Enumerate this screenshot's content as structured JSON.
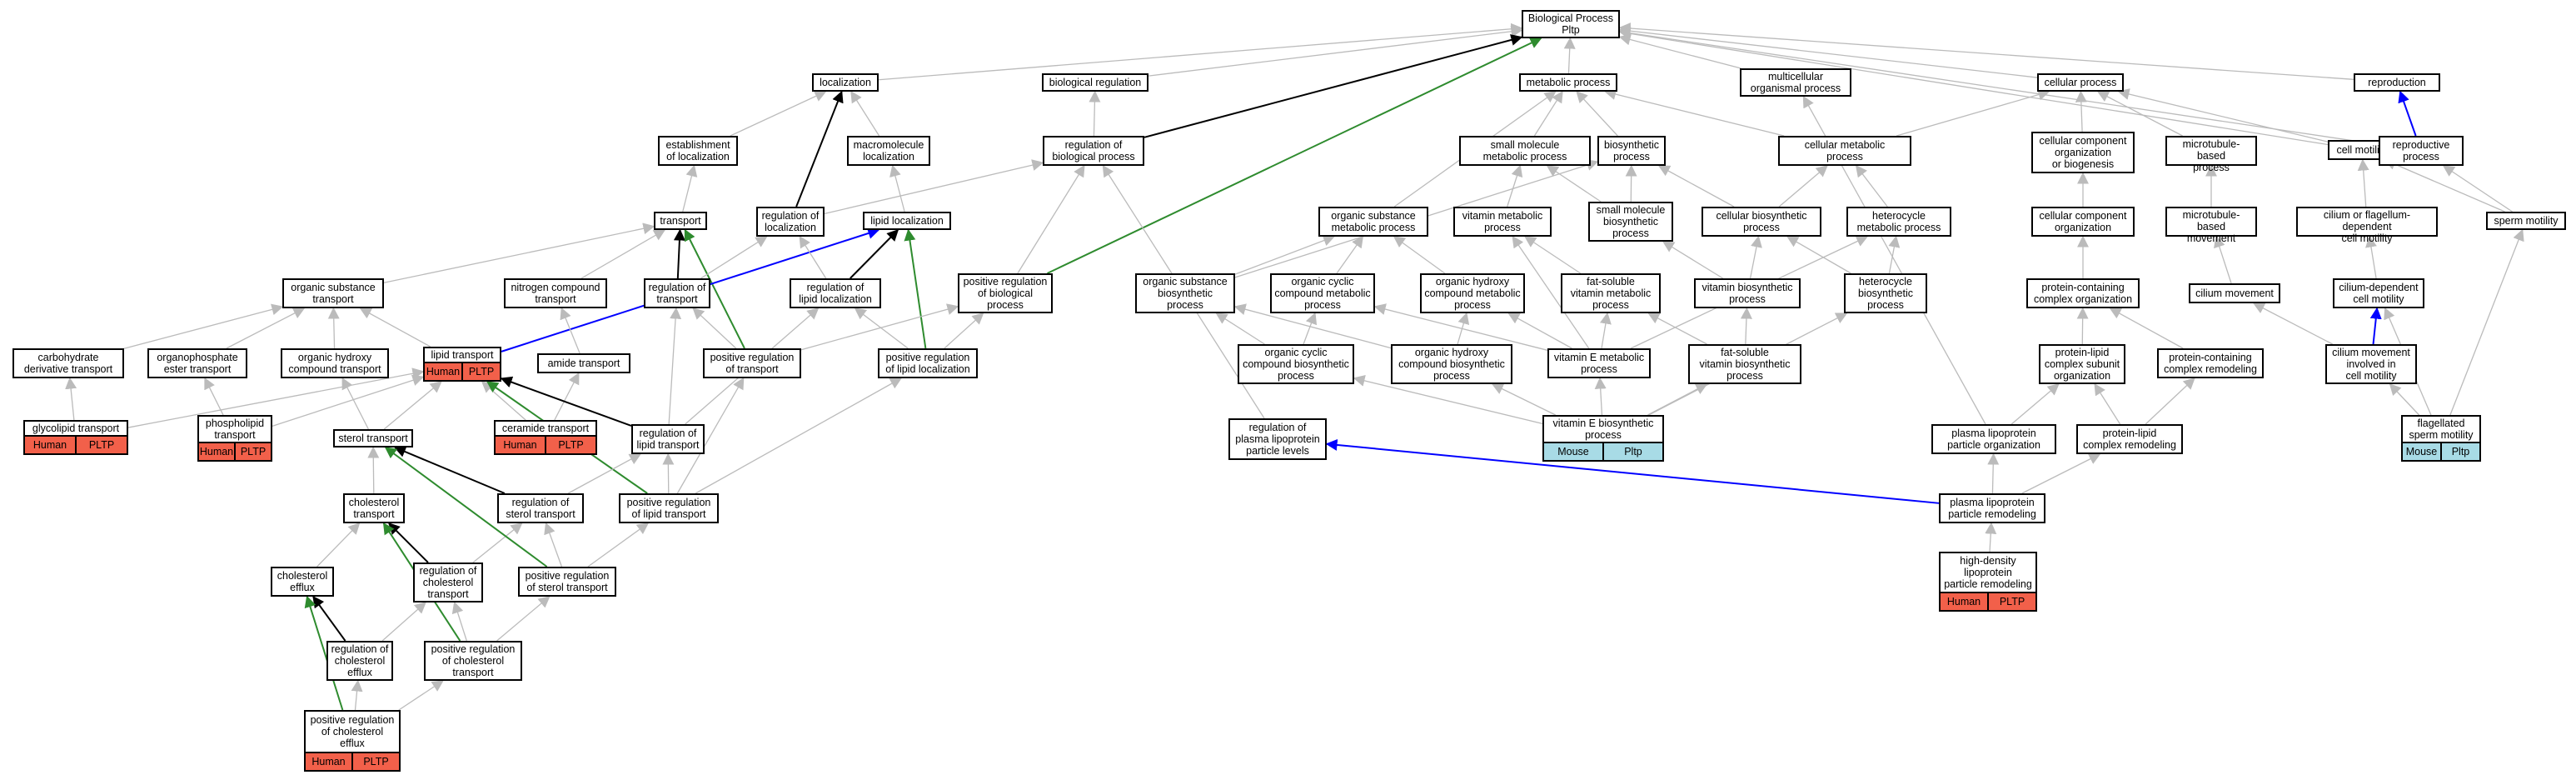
{
  "nodes": {
    "root": "Biological Process\nPltp",
    "localization": "localization",
    "biological_regulation": "biological regulation",
    "metabolic_process": "metabolic process",
    "multicellular": "multicellular\norganismal process",
    "cellular_process": "cellular process",
    "reproduction": "reproduction",
    "establishment_localization": "establishment\nof localization",
    "macromolecule_localization": "macromolecule\nlocalization",
    "regulation_biological_process": "regulation of\nbiological process",
    "small_molecule_metabolic": "small molecule\nmetabolic process",
    "biosynthetic_process": "biosynthetic\nprocess",
    "cellular_metabolic": "cellular metabolic\nprocess",
    "cellular_component_org": "cellular component\norganization\nor biogenesis",
    "microtubule_based_process": "microtubule-based\nprocess",
    "cell_motility": "cell motility",
    "reproductive_process": "reproductive\nprocess",
    "transport": "transport",
    "regulation_localization": "regulation of\nlocalization",
    "lipid_localization": "lipid localization",
    "organic_substance_metabolic": "organic substance\nmetabolic process",
    "vitamin_metabolic": "vitamin metabolic\nprocess",
    "small_molecule_biosynthetic": "small molecule\nbiosynthetic\nprocess",
    "cellular_biosynthetic": "cellular biosynthetic\nprocess",
    "heterocycle_metabolic": "heterocycle\nmetabolic process",
    "cellular_component_organization": "cellular component\norganization",
    "microtubule_based_movement": "microtubule-based\nmovement",
    "cilium_flagellum_motility": "cilium or flagellum-dependent\ncell motility",
    "sperm_motility": "sperm motility",
    "organic_substance_transport": "organic substance\ntransport",
    "nitrogen_compound_transport": "nitrogen compound\ntransport",
    "regulation_transport": "regulation of\ntransport",
    "regulation_lipid_localization": "regulation of\nlipid localization",
    "positive_reg_biological": "positive regulation\nof biological\nprocess",
    "organic_substance_biosynthetic": "organic substance\nbiosynthetic\nprocess",
    "organic_cyclic_metabolic": "organic cyclic\ncompound metabolic\nprocess",
    "organic_hydroxy_metabolic": "organic hydroxy\ncompound metabolic\nprocess",
    "fat_soluble_vitamin_metabolic": "fat-soluble\nvitamin metabolic\nprocess",
    "vitamin_biosynthetic": "vitamin biosynthetic\nprocess",
    "heterocycle_biosynthetic": "heterocycle\nbiosynthetic\nprocess",
    "protein_containing_complex_org": "protein-containing\ncomplex organization",
    "cilium_movement": "cilium movement",
    "cilium_dependent_motility": "cilium-dependent\ncell motility",
    "carbohydrate_derivative_transport": "carbohydrate\nderivative transport",
    "organophosphate_ester_transport": "organophosphate\nester transport",
    "organic_hydroxy_transport": "organic hydroxy\ncompound transport",
    "lipid_transport": "lipid transport",
    "amide_transport": "amide transport",
    "positive_reg_transport": "positive regulation\nof transport",
    "positive_reg_lipid_localization": "positive regulation\nof lipid localization",
    "organic_cyclic_biosynthetic": "organic cyclic\ncompound biosynthetic\nprocess",
    "organic_hydroxy_biosynthetic": "organic hydroxy\ncompound biosynthetic\nprocess",
    "vitamin_e_metabolic": "vitamin E metabolic\nprocess",
    "fat_soluble_vitamin_biosynthetic": "fat-soluble\nvitamin biosynthetic\nprocess",
    "protein_lipid_subunit_org": "protein-lipid\ncomplex subunit\norganization",
    "protein_containing_remodeling": "protein-containing\ncomplex remodeling",
    "cilium_movement_motility": "cilium movement\ninvolved in\ncell motility",
    "glycolipid_transport": "glycolipid transport",
    "phospholipid_transport": "phospholipid\ntransport",
    "sterol_transport": "sterol transport",
    "ceramide_transport": "ceramide transport",
    "regulation_lipid_transport": "regulation of\nlipid transport",
    "regulation_plasma_lipoprotein_levels": "regulation of\nplasma lipoprotein\nparticle levels",
    "vitamin_e_biosynthetic": "vitamin E biosynthetic\nprocess",
    "plasma_lipoprotein_org": "plasma lipoprotein\nparticle organization",
    "protein_lipid_remodeling": "protein-lipid\ncomplex remodeling",
    "flagellated_sperm_motility": "flagellated\nsperm motility",
    "cholesterol_transport": "cholesterol\ntransport",
    "regulation_sterol_transport": "regulation of\nsterol transport",
    "positive_reg_lipid_transport": "positive regulation\nof lipid transport",
    "plasma_lipoprotein_remodeling": "plasma lipoprotein\nparticle remodeling",
    "cholesterol_efflux": "cholesterol\nefflux",
    "regulation_cholesterol_transport": "regulation of\ncholesterol\ntransport",
    "positive_reg_sterol_transport": "positive regulation\nof sterol transport",
    "hdl_remodeling": "high-density\nlipoprotein\nparticle remodeling",
    "regulation_cholesterol_efflux": "regulation of\ncholesterol\nefflux",
    "positive_reg_cholesterol_transport": "positive regulation\nof cholesterol\ntransport",
    "positive_reg_cholesterol_efflux": "positive regulation\nof cholesterol\nefflux"
  },
  "annotations": {
    "lipid_transport": [
      "Human",
      "PLTP"
    ],
    "glycolipid_transport": [
      "Human",
      "PLTP"
    ],
    "phospholipid_transport": [
      "Human",
      "PLTP"
    ],
    "ceramide_transport": [
      "Human",
      "PLTP"
    ],
    "vitamin_e_biosynthetic": [
      "Mouse",
      "Pltp"
    ],
    "hdl_remodeling": [
      "Human",
      "PLTP"
    ],
    "flagellated_sperm_motility": [
      "Mouse",
      "Pltp"
    ],
    "positive_reg_cholesterol_efflux": [
      "Human",
      "PLTP"
    ]
  },
  "annotation_colors": {
    "Human": "#f2604a",
    "Mouse": "#a8dbe6"
  },
  "edge_colors": {
    "is_a": "#bbbbbb",
    "part_of": "#0000ff",
    "regulates": "#000000",
    "positively_regulates": "#2e8b2e"
  },
  "edges": [
    [
      "localization",
      "root",
      "is_a"
    ],
    [
      "biological_regulation",
      "root",
      "is_a"
    ],
    [
      "metabolic_process",
      "root",
      "is_a"
    ],
    [
      "multicellular",
      "root",
      "is_a"
    ],
    [
      "cellular_process",
      "root",
      "is_a"
    ],
    [
      "reproduction",
      "root",
      "is_a"
    ],
    [
      "reproductive_process",
      "root",
      "is_a"
    ],
    [
      "cell_motility",
      "root",
      "is_a"
    ],
    [
      "regulation_biological_process",
      "root",
      "regulates"
    ],
    [
      "positive_reg_biological",
      "root",
      "positively_regulates"
    ],
    [
      "regulation_biological_process",
      "biological_regulation",
      "is_a"
    ],
    [
      "establishment_localization",
      "localization",
      "is_a"
    ],
    [
      "macromolecule_localization",
      "localization",
      "is_a"
    ],
    [
      "regulation_localization",
      "localization",
      "regulates"
    ],
    [
      "small_molecule_metabolic",
      "metabolic_process",
      "is_a"
    ],
    [
      "biosynthetic_process",
      "metabolic_process",
      "is_a"
    ],
    [
      "cellular_metabolic",
      "metabolic_process",
      "is_a"
    ],
    [
      "organic_substance_metabolic",
      "metabolic_process",
      "is_a"
    ],
    [
      "cellular_metabolic",
      "cellular_process",
      "is_a"
    ],
    [
      "cellular_component_org",
      "cellular_process",
      "is_a"
    ],
    [
      "microtubule_based_process",
      "cellular_process",
      "is_a"
    ],
    [
      "cell_motility",
      "cellular_process",
      "is_a"
    ],
    [
      "reproductive_process",
      "reproduction",
      "part_of"
    ],
    [
      "plasma_lipoprotein_org",
      "multicellular",
      "is_a"
    ],
    [
      "transport",
      "establishment_localization",
      "is_a"
    ],
    [
      "lipid_localization",
      "macromolecule_localization",
      "is_a"
    ],
    [
      "regulation_localization",
      "regulation_biological_process",
      "is_a"
    ],
    [
      "positive_reg_biological",
      "regulation_biological_process",
      "is_a"
    ],
    [
      "regulation_plasma_lipoprotein_levels",
      "regulation_biological_process",
      "is_a"
    ],
    [
      "vitamin_metabolic",
      "small_molecule_metabolic",
      "is_a"
    ],
    [
      "small_molecule_biosynthetic",
      "small_molecule_metabolic",
      "is_a"
    ],
    [
      "small_molecule_biosynthetic",
      "biosynthetic_process",
      "is_a"
    ],
    [
      "cellular_biosynthetic",
      "biosynthetic_process",
      "is_a"
    ],
    [
      "organic_substance_biosynthetic",
      "biosynthetic_process",
      "is_a"
    ],
    [
      "cellular_biosynthetic",
      "cellular_metabolic",
      "is_a"
    ],
    [
      "heterocycle_metabolic",
      "cellular_metabolic",
      "is_a"
    ],
    [
      "cellular_component_organization",
      "cellular_component_org",
      "is_a"
    ],
    [
      "microtubule_based_movement",
      "microtubule_based_process",
      "is_a"
    ],
    [
      "cilium_flagellum_motility",
      "cell_motility",
      "is_a"
    ],
    [
      "sperm_motility",
      "reproductive_process",
      "is_a"
    ],
    [
      "sperm_motility",
      "cell_motility",
      "is_a"
    ],
    [
      "organic_substance_transport",
      "transport",
      "is_a"
    ],
    [
      "nitrogen_compound_transport",
      "transport",
      "is_a"
    ],
    [
      "regulation_transport",
      "transport",
      "regulates"
    ],
    [
      "positive_reg_transport",
      "transport",
      "positively_regulates"
    ],
    [
      "lipid_transport",
      "lipid_localization",
      "part_of"
    ],
    [
      "regulation_transport",
      "regulation_localization",
      "is_a"
    ],
    [
      "regulation_lipid_localization",
      "regulation_localization",
      "is_a"
    ],
    [
      "regulation_lipid_localization",
      "lipid_localization",
      "regulates"
    ],
    [
      "positive_reg_lipid_localization",
      "lipid_localization",
      "positively_regulates"
    ],
    [
      "organic_substance_biosynthetic",
      "organic_substance_metabolic",
      "is_a"
    ],
    [
      "organic_cyclic_metabolic",
      "organic_substance_metabolic",
      "is_a"
    ],
    [
      "organic_hydroxy_metabolic",
      "organic_substance_metabolic",
      "is_a"
    ],
    [
      "vitamin_e_metabolic",
      "vitamin_metabolic",
      "is_a"
    ],
    [
      "fat_soluble_vitamin_metabolic",
      "vitamin_metabolic",
      "is_a"
    ],
    [
      "vitamin_biosynthetic",
      "small_molecule_biosynthetic",
      "is_a"
    ],
    [
      "vitamin_biosynthetic",
      "cellular_biosynthetic",
      "is_a"
    ],
    [
      "heterocycle_biosynthetic",
      "cellular_biosynthetic",
      "is_a"
    ],
    [
      "heterocycle_biosynthetic",
      "heterocycle_metabolic",
      "is_a"
    ],
    [
      "vitamin_e_metabolic",
      "heterocycle_metabolic",
      "is_a"
    ],
    [
      "protein_containing_complex_org",
      "cellular_component_organization",
      "is_a"
    ],
    [
      "cilium_movement",
      "microtubule_based_movement",
      "is_a"
    ],
    [
      "cilium_dependent_motility",
      "cilium_flagellum_motility",
      "is_a"
    ],
    [
      "carbohydrate_derivative_transport",
      "organic_substance_transport",
      "is_a"
    ],
    [
      "organophosphate_ester_transport",
      "organic_substance_transport",
      "is_a"
    ],
    [
      "organic_hydroxy_transport",
      "organic_substance_transport",
      "is_a"
    ],
    [
      "lipid_transport",
      "organic_substance_transport",
      "is_a"
    ],
    [
      "amide_transport",
      "nitrogen_compound_transport",
      "is_a"
    ],
    [
      "positive_reg_transport",
      "regulation_transport",
      "is_a"
    ],
    [
      "regulation_lipid_transport",
      "regulation_transport",
      "is_a"
    ],
    [
      "positive_reg_lipid_localization",
      "regulation_lipid_localization",
      "is_a"
    ],
    [
      "regulation_lipid_transport",
      "regulation_lipid_localization",
      "is_a"
    ],
    [
      "positive_reg_transport",
      "positive_reg_biological",
      "is_a"
    ],
    [
      "positive_reg_lipid_localization",
      "positive_reg_biological",
      "is_a"
    ],
    [
      "organic_cyclic_biosynthetic",
      "organic_substance_biosynthetic",
      "is_a"
    ],
    [
      "organic_hydroxy_biosynthetic",
      "organic_substance_biosynthetic",
      "is_a"
    ],
    [
      "organic_cyclic_biosynthetic",
      "organic_cyclic_metabolic",
      "is_a"
    ],
    [
      "organic_hydroxy_biosynthetic",
      "organic_hydroxy_metabolic",
      "is_a"
    ],
    [
      "vitamin_e_metabolic",
      "organic_cyclic_metabolic",
      "is_a"
    ],
    [
      "vitamin_e_metabolic",
      "organic_hydroxy_metabolic",
      "is_a"
    ],
    [
      "vitamin_e_metabolic",
      "fat_soluble_vitamin_metabolic",
      "is_a"
    ],
    [
      "fat_soluble_vitamin_biosynthetic",
      "fat_soluble_vitamin_metabolic",
      "is_a"
    ],
    [
      "fat_soluble_vitamin_biosynthetic",
      "vitamin_biosynthetic",
      "is_a"
    ],
    [
      "vitamin_e_biosynthetic",
      "heterocycle_biosynthetic",
      "is_a"
    ],
    [
      "protein_lipid_subunit_org",
      "protein_containing_complex_org",
      "is_a"
    ],
    [
      "protein_containing_remodeling",
      "protein_containing_complex_org",
      "is_a"
    ],
    [
      "cilium_movement_motility",
      "cilium_movement",
      "is_a"
    ],
    [
      "cilium_movement_motility",
      "cilium_dependent_motility",
      "part_of"
    ],
    [
      "glycolipid_transport",
      "carbohydrate_derivative_transport",
      "is_a"
    ],
    [
      "glycolipid_transport",
      "lipid_transport",
      "is_a"
    ],
    [
      "phospholipid_transport",
      "organophosphate_ester_transport",
      "is_a"
    ],
    [
      "phospholipid_transport",
      "lipid_transport",
      "is_a"
    ],
    [
      "sterol_transport",
      "organic_hydroxy_transport",
      "is_a"
    ],
    [
      "sterol_transport",
      "lipid_transport",
      "is_a"
    ],
    [
      "ceramide_transport",
      "lipid_transport",
      "is_a"
    ],
    [
      "ceramide_transport",
      "amide_transport",
      "is_a"
    ],
    [
      "regulation_lipid_transport",
      "lipid_transport",
      "regulates"
    ],
    [
      "positive_reg_lipid_transport",
      "lipid_transport",
      "positively_regulates"
    ],
    [
      "vitamin_e_biosynthetic",
      "vitamin_e_metabolic",
      "is_a"
    ],
    [
      "vitamin_e_biosynthetic",
      "fat_soluble_vitamin_biosynthetic",
      "is_a"
    ],
    [
      "vitamin_e_biosynthetic",
      "organic_cyclic_biosynthetic",
      "is_a"
    ],
    [
      "vitamin_e_biosynthetic",
      "organic_hydroxy_biosynthetic",
      "is_a"
    ],
    [
      "plasma_lipoprotein_org",
      "protein_lipid_subunit_org",
      "is_a"
    ],
    [
      "protein_lipid_remodeling",
      "protein_lipid_subunit_org",
      "is_a"
    ],
    [
      "protein_lipid_remodeling",
      "protein_containing_remodeling",
      "is_a"
    ],
    [
      "flagellated_sperm_motility",
      "cilium_movement_motility",
      "is_a"
    ],
    [
      "flagellated_sperm_motility",
      "sperm_motility",
      "is_a"
    ],
    [
      "flagellated_sperm_motility",
      "cilium_dependent_motility",
      "is_a"
    ],
    [
      "cholesterol_transport",
      "sterol_transport",
      "is_a"
    ],
    [
      "regulation_sterol_transport",
      "regulation_lipid_transport",
      "is_a"
    ],
    [
      "regulation_sterol_transport",
      "sterol_transport",
      "regulates"
    ],
    [
      "positive_reg_lipid_transport",
      "regulation_lipid_transport",
      "is_a"
    ],
    [
      "positive_reg_lipid_transport",
      "positive_reg_transport",
      "is_a"
    ],
    [
      "positive_reg_lipid_transport",
      "positive_reg_lipid_localization",
      "is_a"
    ],
    [
      "plasma_lipoprotein_remodeling",
      "plasma_lipoprotein_org",
      "is_a"
    ],
    [
      "plasma_lipoprotein_remodeling",
      "protein_lipid_remodeling",
      "is_a"
    ],
    [
      "plasma_lipoprotein_remodeling",
      "regulation_plasma_lipoprotein_levels",
      "part_of"
    ],
    [
      "cholesterol_efflux",
      "cholesterol_transport",
      "is_a"
    ],
    [
      "regulation_cholesterol_transport",
      "regulation_sterol_transport",
      "is_a"
    ],
    [
      "regulation_cholesterol_transport",
      "cholesterol_transport",
      "regulates"
    ],
    [
      "positive_reg_sterol_transport",
      "regulation_sterol_transport",
      "is_a"
    ],
    [
      "positive_reg_sterol_transport",
      "positive_reg_lipid_transport",
      "is_a"
    ],
    [
      "positive_reg_sterol_transport",
      "sterol_transport",
      "positively_regulates"
    ],
    [
      "hdl_remodeling",
      "plasma_lipoprotein_remodeling",
      "is_a"
    ],
    [
      "regulation_cholesterol_efflux",
      "regulation_cholesterol_transport",
      "is_a"
    ],
    [
      "regulation_cholesterol_efflux",
      "cholesterol_efflux",
      "regulates"
    ],
    [
      "positive_reg_cholesterol_transport",
      "regulation_cholesterol_transport",
      "is_a"
    ],
    [
      "positive_reg_cholesterol_transport",
      "positive_reg_sterol_transport",
      "is_a"
    ],
    [
      "positive_reg_cholesterol_transport",
      "cholesterol_transport",
      "positively_regulates"
    ],
    [
      "positive_reg_cholesterol_efflux",
      "regulation_cholesterol_efflux",
      "is_a"
    ],
    [
      "positive_reg_cholesterol_efflux",
      "positive_reg_cholesterol_transport",
      "is_a"
    ],
    [
      "positive_reg_cholesterol_efflux",
      "cholesterol_efflux",
      "positively_regulates"
    ]
  ]
}
